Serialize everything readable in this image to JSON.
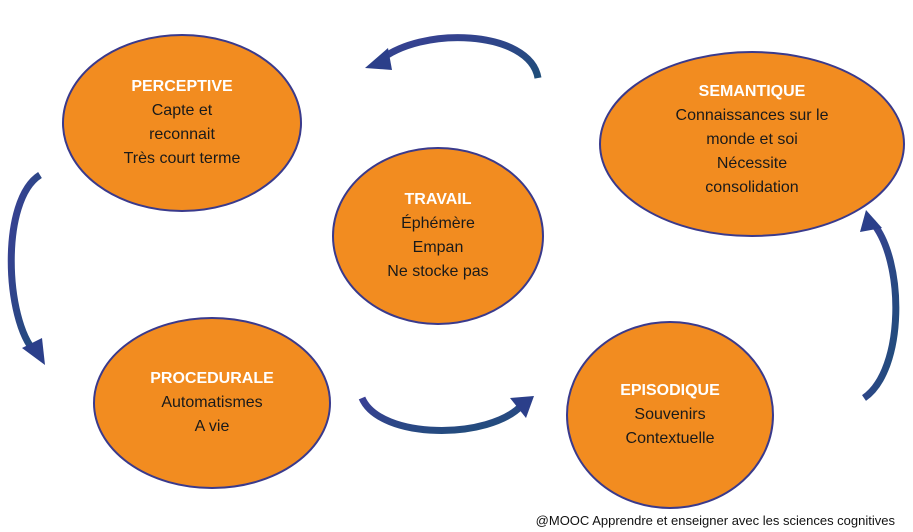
{
  "colors": {
    "fill": "#F28C20",
    "stroke": "#3A3A8C",
    "arrow": "#2B3F8A"
  },
  "nodes": {
    "perceptive": {
      "title": "PERCEPTIVE",
      "lines": [
        "Capte et",
        "reconnait",
        "Très court terme"
      ]
    },
    "travail": {
      "title": "TRAVAIL",
      "lines": [
        "Éphémère",
        "Empan",
        "Ne stocke pas"
      ]
    },
    "semantique": {
      "title": "SEMANTIQUE",
      "lines": [
        "Connaissances sur le",
        "monde et soi",
        "Nécessite",
        "consolidation"
      ]
    },
    "procedurale": {
      "title": "PROCEDURALE",
      "lines": [
        "Automatismes",
        "A vie"
      ]
    },
    "episodique": {
      "title": "EPISODIQUE",
      "lines": [
        "Souvenirs",
        "Contextuelle"
      ]
    }
  },
  "credit": "@MOOC Apprendre et enseigner avec les sciences cognitives"
}
